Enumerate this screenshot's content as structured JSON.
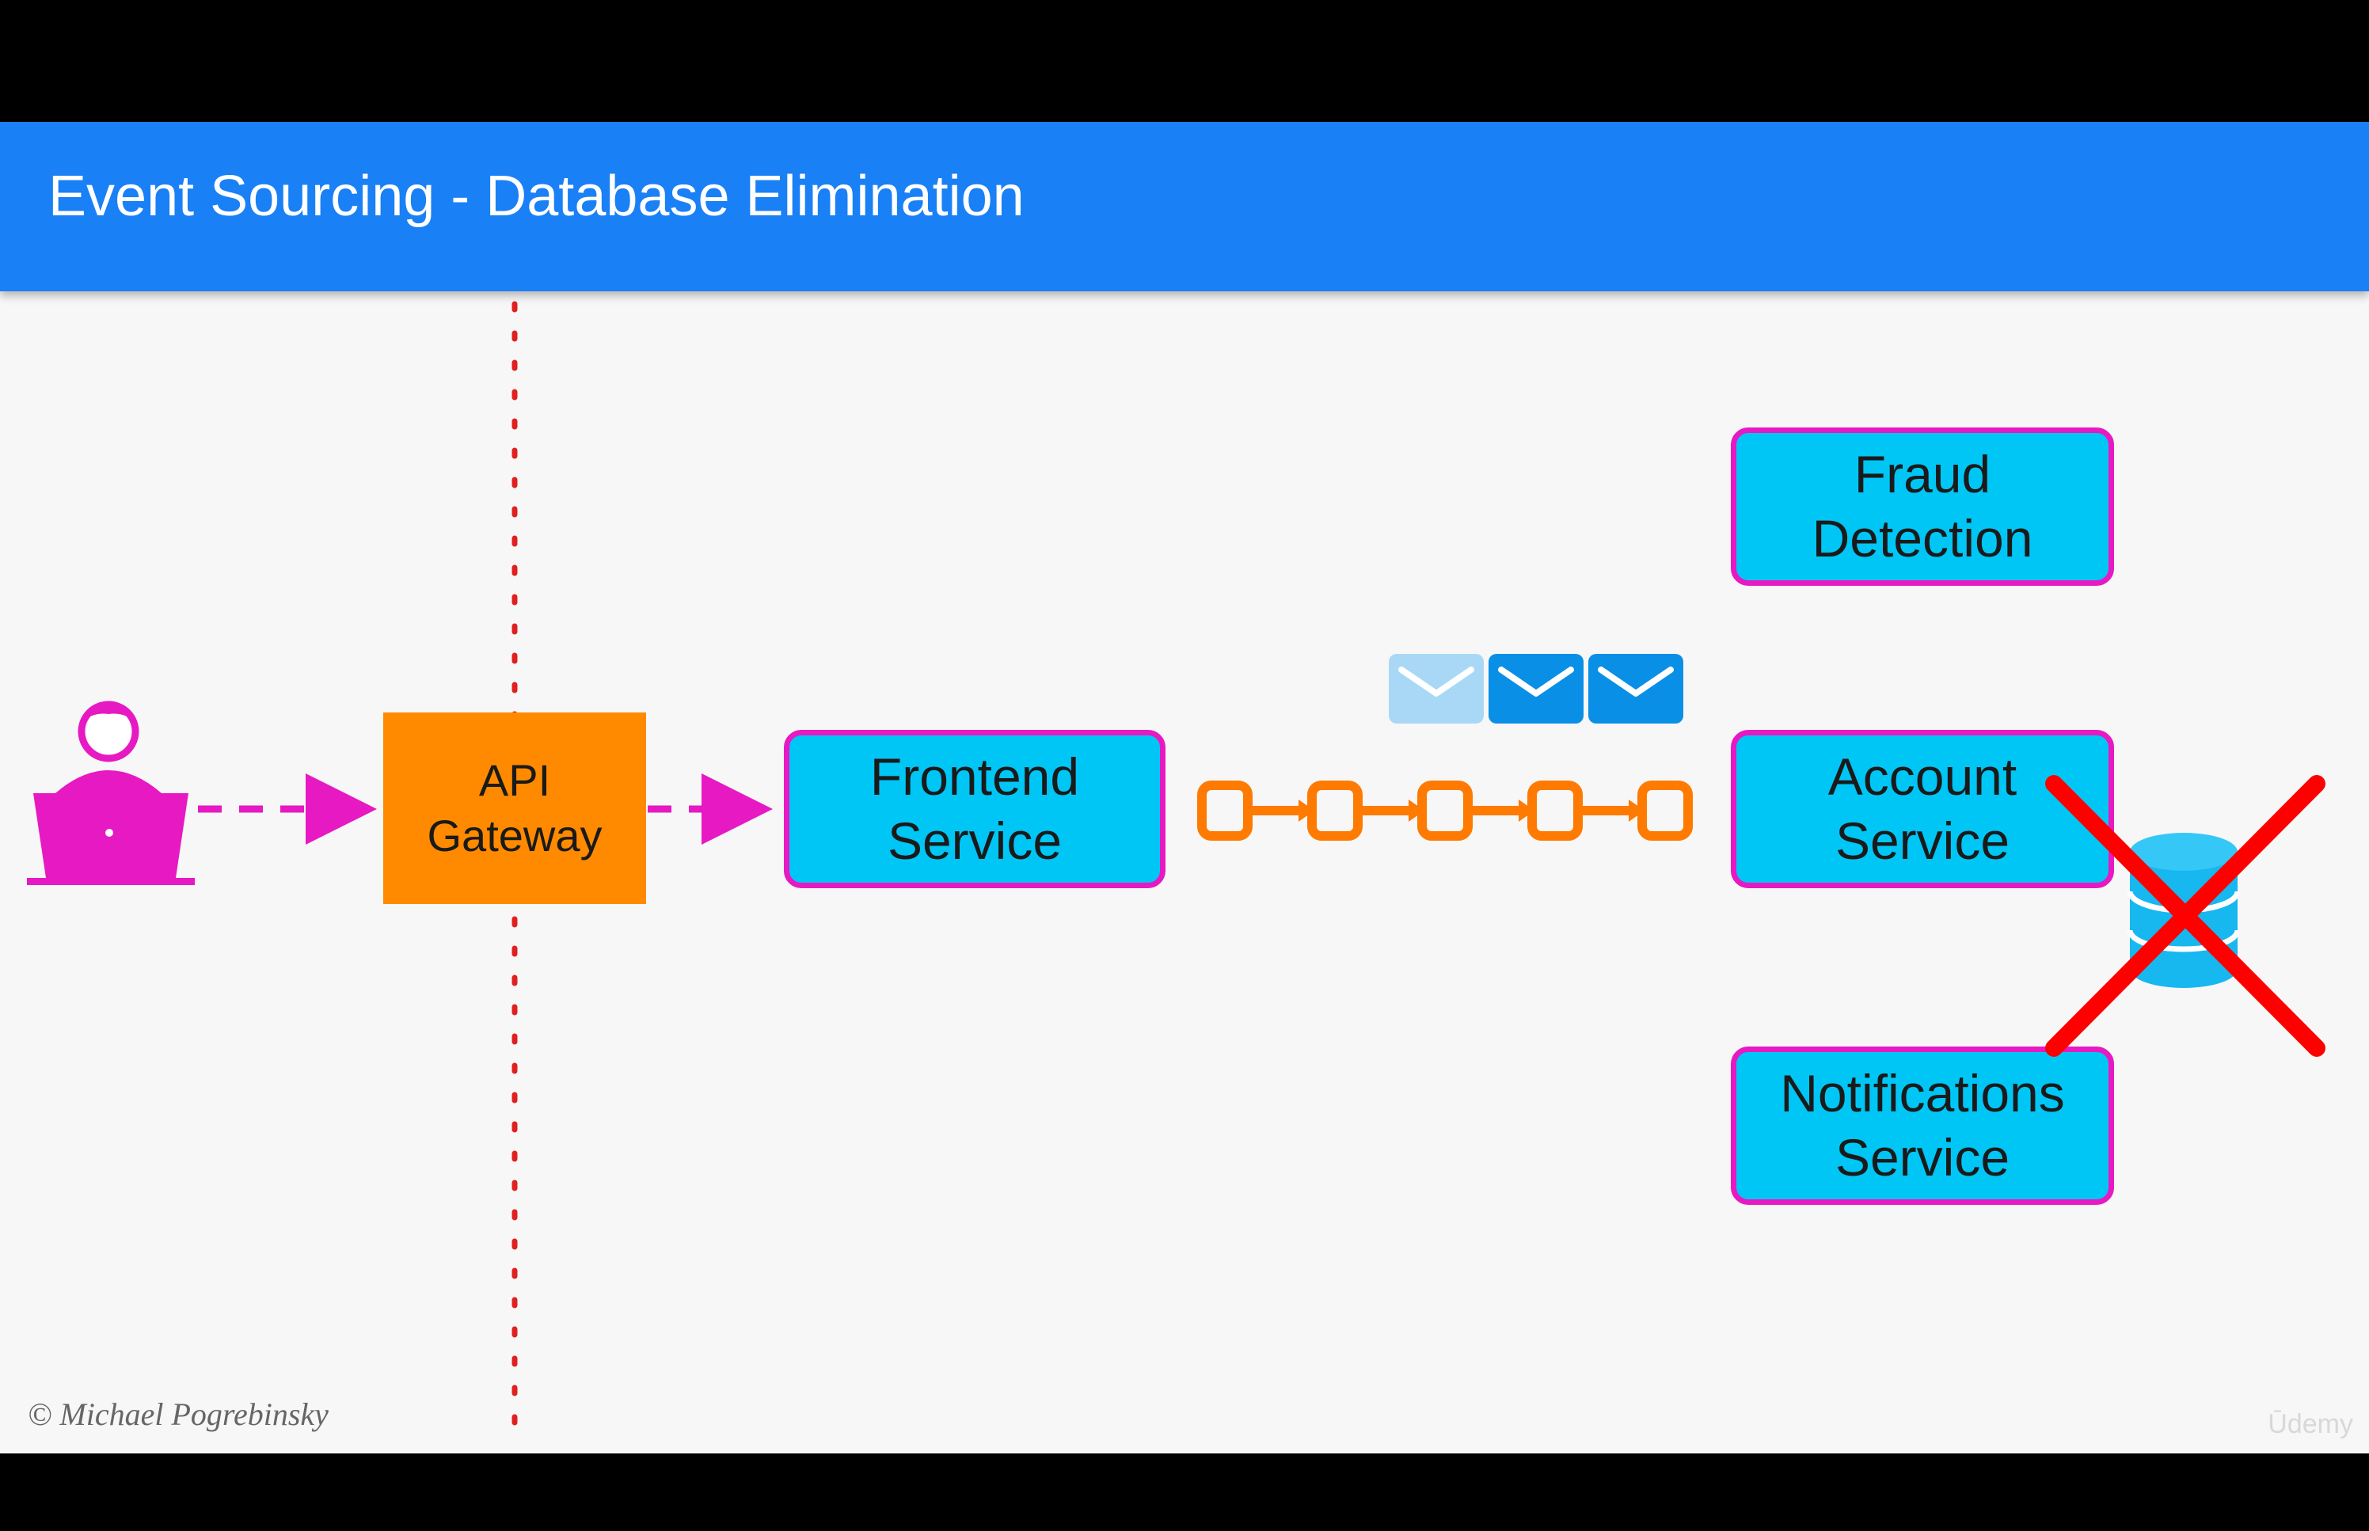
{
  "slide": {
    "title": "Event Sourcing - Database Elimination",
    "copyright": "© Michael Pogrebinsky",
    "watermark": "Ūdemy"
  },
  "nodes": {
    "api_gateway": {
      "line1": "API",
      "line2": "Gateway"
    },
    "frontend_service": {
      "line1": "Frontend",
      "line2": "Service"
    },
    "fraud_detection": {
      "line1": "Fraud",
      "line2": "Detection"
    },
    "account_service": {
      "line1": "Account",
      "line2": "Service"
    },
    "notifications_service": {
      "line1": "Notifications",
      "line2": "Service"
    }
  },
  "icons": {
    "user": "user-laptop-icon",
    "event_log": "event-log-chain-icon",
    "messages": [
      "envelope-icon-faded",
      "envelope-icon",
      "envelope-icon"
    ],
    "database": "database-icon",
    "removed_mark": "red-x-cross-icon"
  },
  "colors": {
    "header": "#1a80f5",
    "service_fill": "#00c6f5",
    "service_border": "#e619c3",
    "gateway": "#ff8a00",
    "event_chain": "#ff7a00",
    "boundary": "#e02020",
    "cross": "#ff0000"
  }
}
